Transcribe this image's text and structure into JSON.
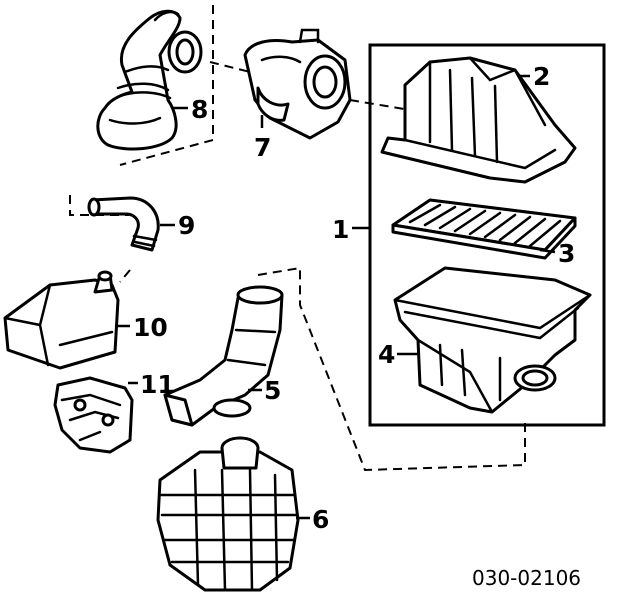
{
  "callouts": {
    "c1": "1",
    "c2": "2",
    "c3": "3",
    "c4": "4",
    "c5": "5",
    "c6": "6",
    "c7": "7",
    "c8": "8",
    "c9": "9",
    "c10": "10",
    "c11": "11"
  },
  "ref_code": "030-02106"
}
